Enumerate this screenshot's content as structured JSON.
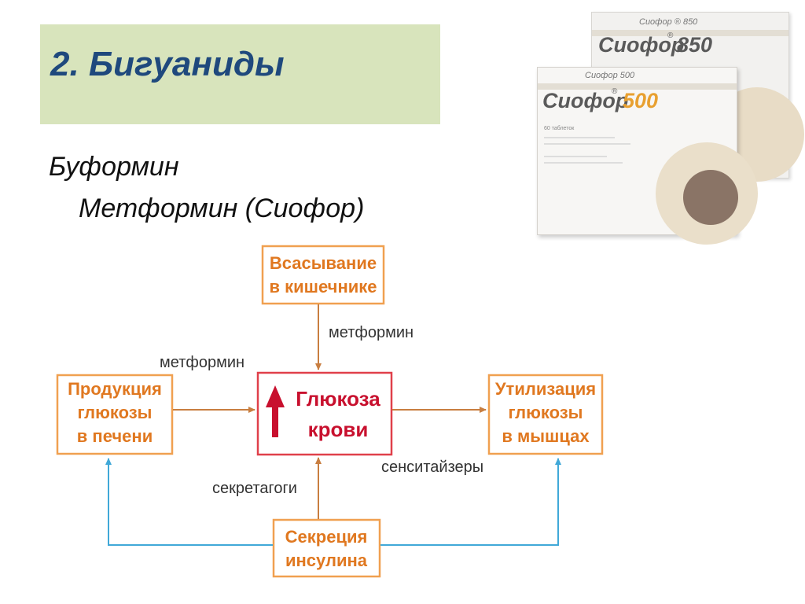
{
  "slide": {
    "title": "2. Бигуаниды",
    "line1": "Буформин",
    "line2": "Метформин (Сиофор)"
  },
  "packages": {
    "back": {
      "brand": "Сиофор",
      "dose": "850",
      "corner": "Сиофор ® 850"
    },
    "front": {
      "brand": "Сиофор",
      "dose": "500",
      "corner": "Сиофор 500",
      "count": "60 таблеток"
    }
  },
  "diagram": {
    "absorption": [
      "Всасывание",
      "в кишечнике"
    ],
    "liver": [
      "Продукция",
      "глюкозы",
      "в печени"
    ],
    "glucose": [
      "Глюкоза",
      "крови"
    ],
    "muscle": [
      "Утилизация",
      "глюкозы",
      "в мышцах"
    ],
    "insulin": [
      "Секреция",
      "инсулина"
    ],
    "label_metformin_top": "метформин",
    "label_metformin_left": "метформин",
    "label_secretagogues": "секретагоги",
    "label_sensitizers": "сенситайзеры"
  },
  "colors": {
    "title_bg": "#d8e4bc",
    "title_text": "#1f497d",
    "box_border": "#f0a050",
    "box_text": "#e07820",
    "glucose_border": "#e0404a",
    "glucose_text": "#c8102e",
    "arrow_brown": "#c87e40",
    "arrow_blue": "#40a8d8",
    "dose_accent": "#e8a030"
  }
}
